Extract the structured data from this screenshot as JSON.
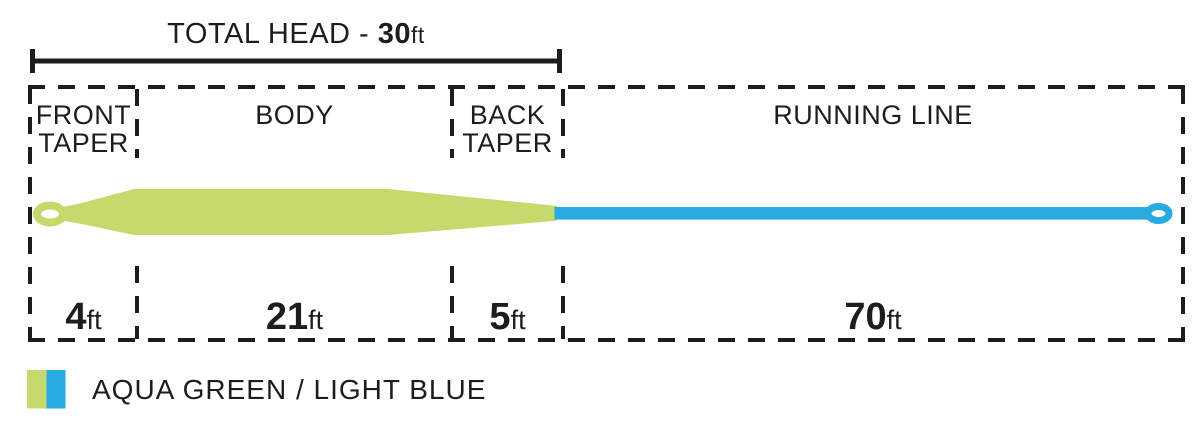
{
  "colors": {
    "green": "#c5d96d",
    "blue": "#29abe2",
    "ink": "#1d1d1b"
  },
  "title": {
    "prefix": "TOTAL HEAD - ",
    "value": "30",
    "unit": "ft"
  },
  "sections": [
    {
      "name": "FRONT TAPER",
      "label_line1": "FRONT",
      "label_line2": "TAPER",
      "length_value": "4",
      "length_unit": "ft"
    },
    {
      "name": "BODY",
      "label_line1": "BODY",
      "label_line2": "",
      "length_value": "21",
      "length_unit": "ft"
    },
    {
      "name": "BACK TAPER",
      "label_line1": "BACK",
      "label_line2": "TAPER",
      "length_value": "5",
      "length_unit": "ft"
    },
    {
      "name": "RUNNING LINE",
      "label_line1": "RUNNING LINE",
      "label_line2": "",
      "length_value": "70",
      "length_unit": "ft"
    }
  ],
  "legend": {
    "label": "AQUA GREEN / LIGHT BLUE"
  }
}
